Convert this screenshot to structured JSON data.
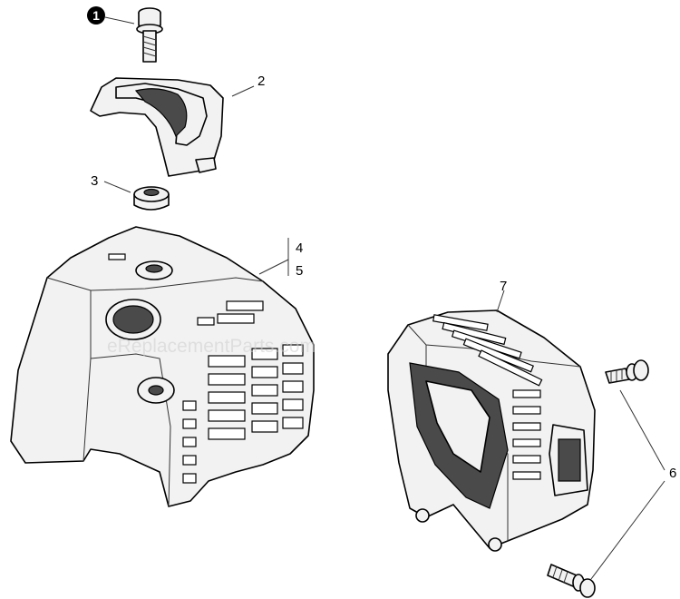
{
  "watermark": "eReplacementParts.com",
  "callouts": {
    "c1": "1",
    "c2": "2",
    "c3": "3",
    "c4": "4",
    "c5": "5",
    "c6": "6",
    "c7": "7"
  },
  "parts": [
    {
      "ref": "1",
      "name": "bolt"
    },
    {
      "ref": "2",
      "name": "bracket"
    },
    {
      "ref": "3",
      "name": "grommet"
    },
    {
      "ref": "4",
      "name": "engine-cover"
    },
    {
      "ref": "5",
      "name": "engine-cover"
    },
    {
      "ref": "6",
      "name": "bolt"
    },
    {
      "ref": "7",
      "name": "muffler-cover"
    }
  ]
}
